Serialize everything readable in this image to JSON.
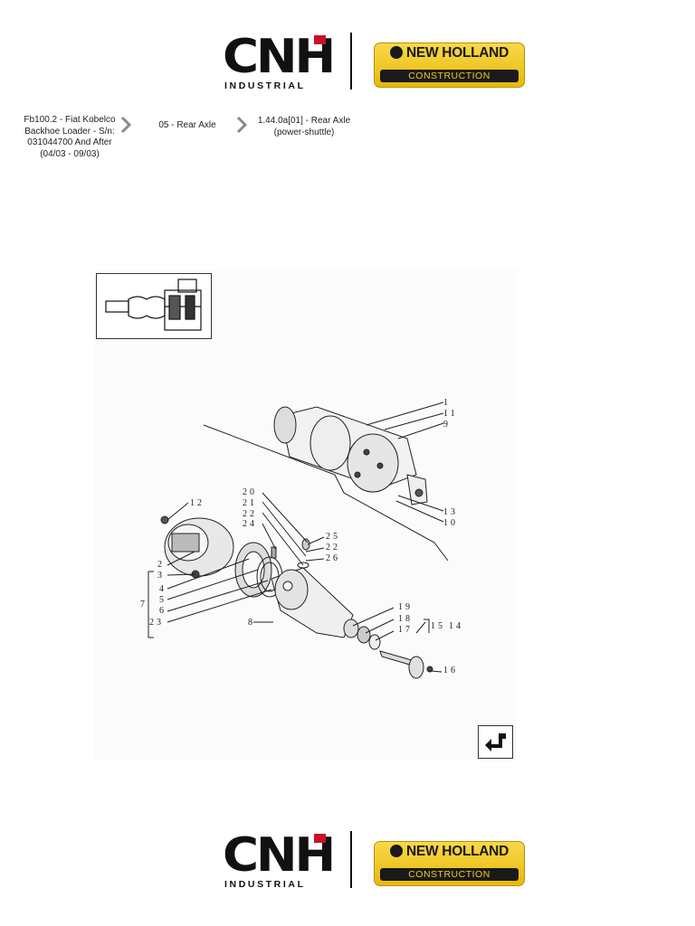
{
  "header_logos": {
    "cnh_mark": "CNH",
    "cnh_subtext": "INDUSTRIAL",
    "nh_name": "NEW HOLLAND",
    "nh_division": "CONSTRUCTION"
  },
  "breadcrumb": {
    "items": [
      {
        "label": "Fb100.2 - Fiat Kobelco Backhoe Loader - S/n: 031044700 And After (04/03 - 09/03)"
      },
      {
        "label": "05 - Rear Axle"
      },
      {
        "label": "1.44.0a[01] - Rear Axle (power-shuttle)"
      }
    ]
  },
  "diagram": {
    "callouts": [
      "1",
      "11",
      "9",
      "13",
      "10",
      "12",
      "20",
      "21",
      "22",
      "24",
      "25",
      "22",
      "26",
      "2",
      "3",
      "4",
      "5",
      "6",
      "7",
      "23",
      "8",
      "19",
      "18",
      "17",
      "15",
      "14",
      "16"
    ]
  },
  "footer_logos": {
    "cnh_mark": "CNH",
    "cnh_subtext": "INDUSTRIAL",
    "nh_name": "NEW HOLLAND",
    "nh_division": "CONSTRUCTION"
  },
  "icons": {
    "chevron": "chevron-right-icon",
    "nav": "return-arrow-icon"
  }
}
